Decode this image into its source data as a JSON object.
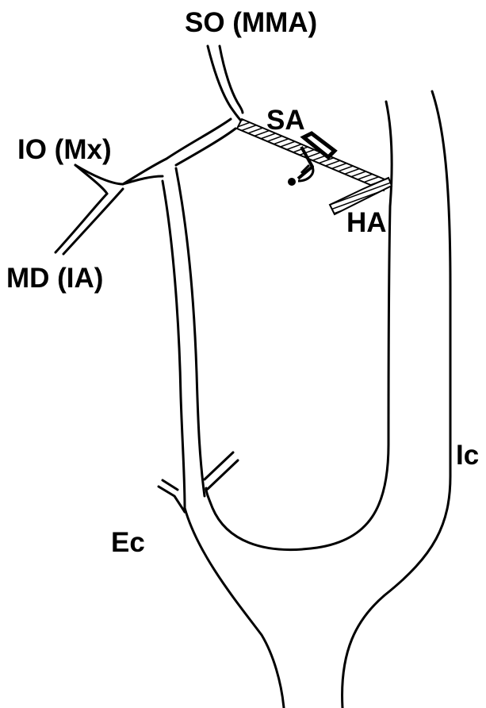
{
  "labels": {
    "so": "SO (MMA)",
    "io": "IO (Mx)",
    "md": "MD (IA)",
    "sa": "SA",
    "ha": "HA",
    "ic": "Ic",
    "ec": "Ec"
  },
  "colors": {
    "line": "#000000",
    "background": "#ffffff"
  }
}
